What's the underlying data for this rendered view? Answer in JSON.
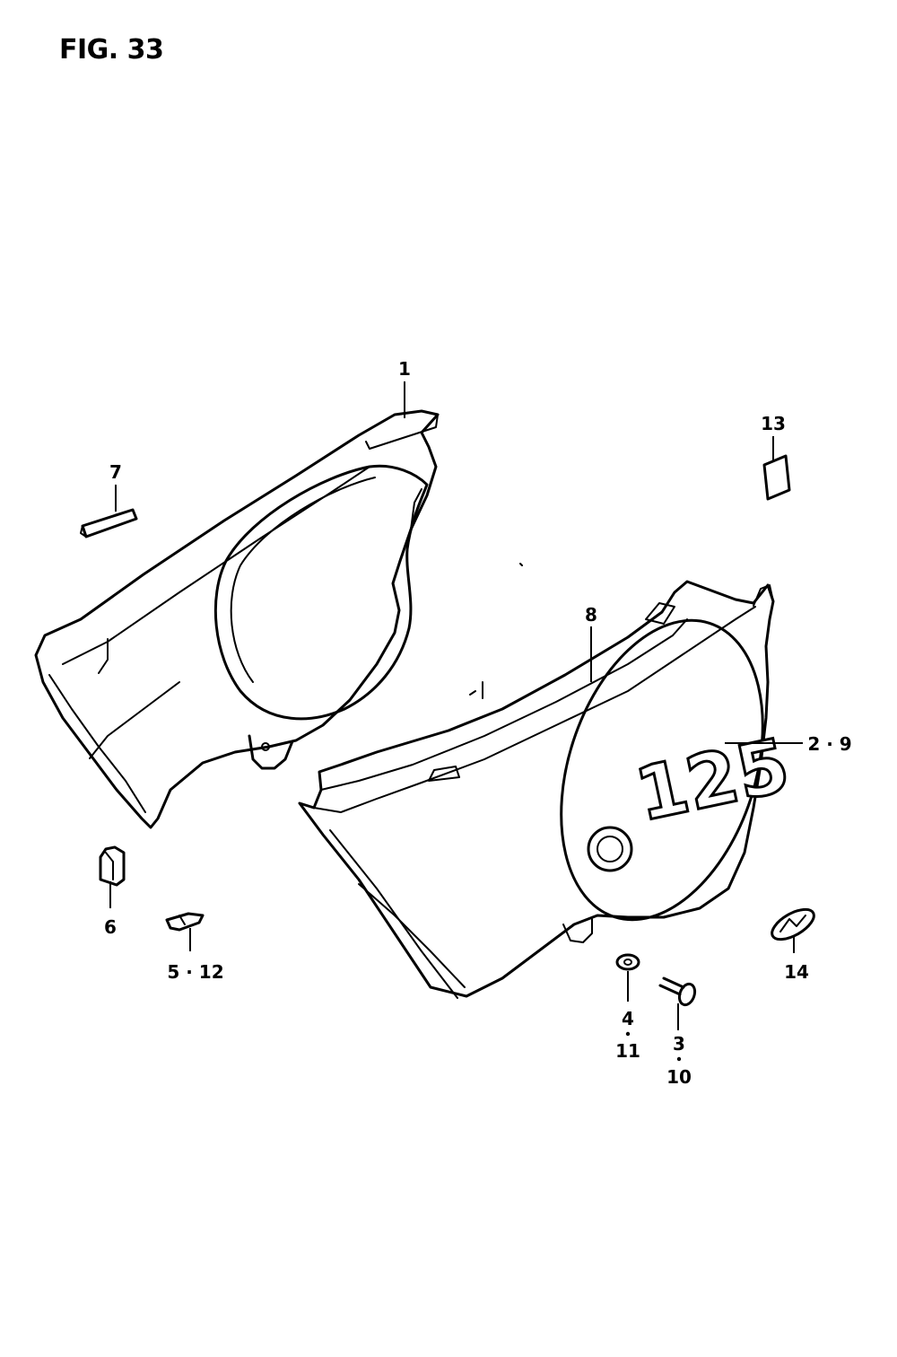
{
  "figure": {
    "title": "FIG. 33"
  },
  "parts": {
    "p1": "1",
    "p2_9": "2 · 9",
    "p3": "3",
    "p10": "10",
    "p4": "4",
    "p11": "11",
    "p5_12": "5 · 12",
    "p6": "6",
    "p7": "7",
    "p8": "8",
    "p13": "13",
    "p14": "14"
  },
  "emblem": {
    "text": "125"
  }
}
